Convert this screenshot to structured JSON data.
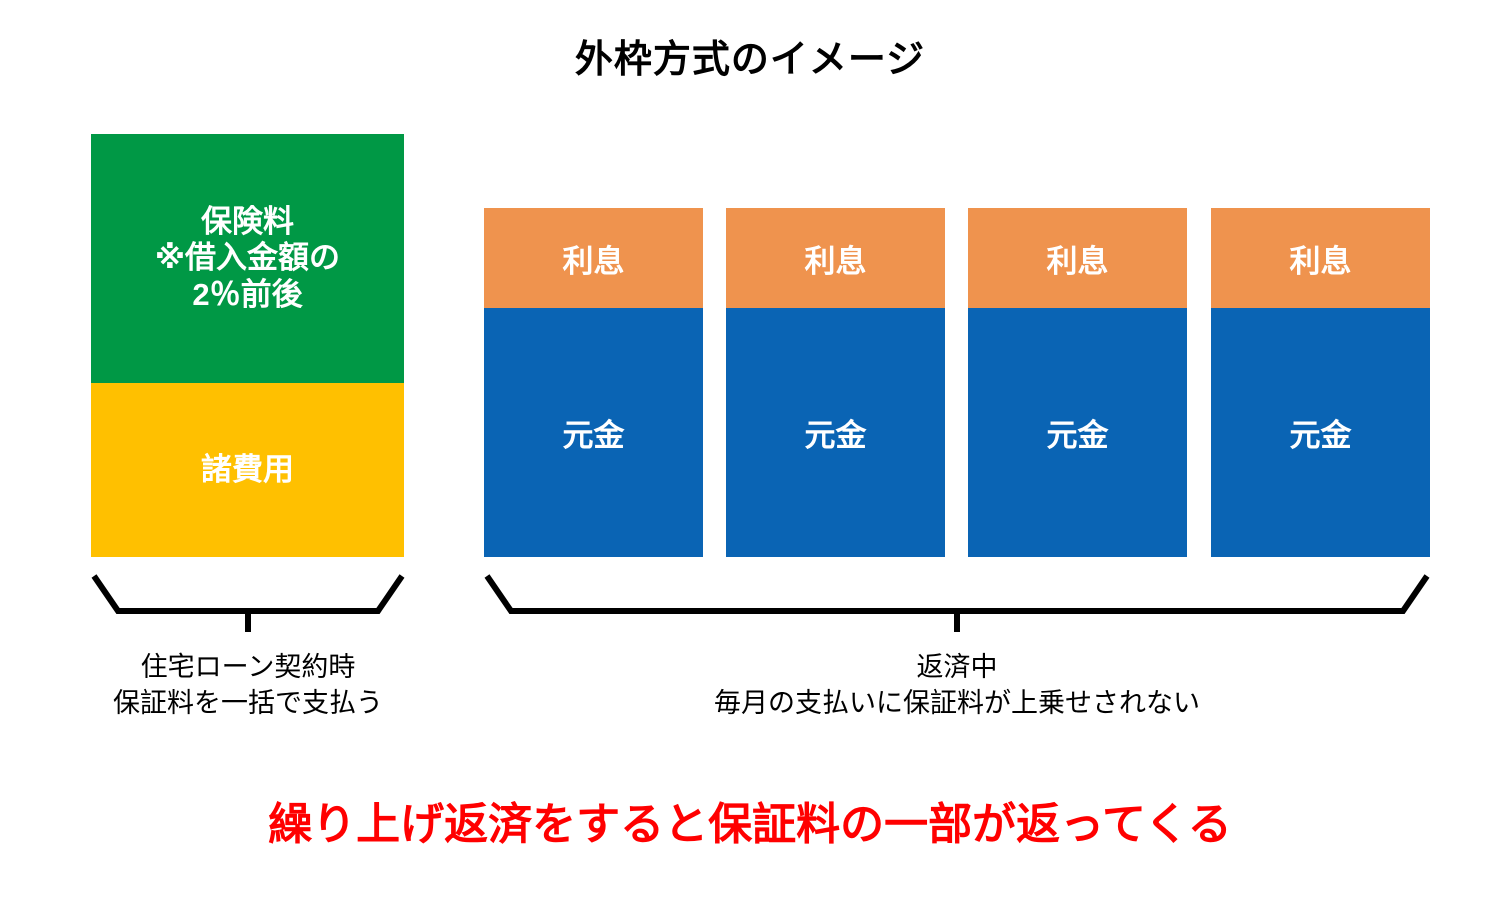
{
  "title": "外枠方式のイメージ",
  "colors": {
    "insurance_green": "#009845",
    "fees_yellow": "#ffc000",
    "interest_orange": "#ef934e",
    "principal_blue": "#0a64b4",
    "note_red": "#ff0000",
    "line_black": "#000000",
    "background": "#ffffff"
  },
  "upfront_column": {
    "insurance": {
      "line1": "保険料",
      "line2": "※借入金額の",
      "line3": "2％前後"
    },
    "fees": {
      "label": "諸費用"
    }
  },
  "repayment_bars": [
    {
      "interest_label": "利息",
      "principal_label": "元金"
    },
    {
      "interest_label": "利息",
      "principal_label": "元金"
    },
    {
      "interest_label": "利息",
      "principal_label": "元金"
    },
    {
      "interest_label": "利息",
      "principal_label": "元金"
    }
  ],
  "captions": {
    "left": {
      "line1": "住宅ローン契約時",
      "line2": "保証料を一括で支払う"
    },
    "right": {
      "line1": "返済中",
      "line2": "毎月の支払いに保証料が上乗せされない"
    }
  },
  "footer_note": "繰り上げ返済をすると保証料の一部が返ってくる"
}
